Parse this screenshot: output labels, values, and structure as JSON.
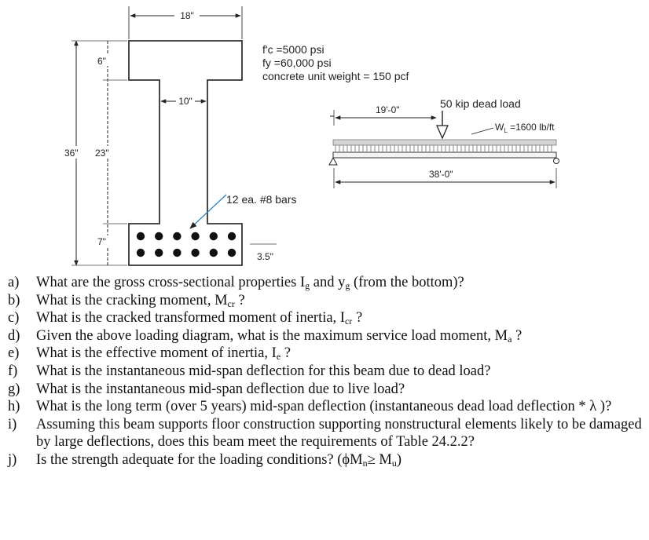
{
  "section": {
    "dim_top": "18\"",
    "dim_web": "10\"",
    "dim_flange": "6\"",
    "dim_mid": "23\"",
    "dim_bottom": "7\"",
    "dim_total": "36\"",
    "dim_cover": "3.5\"",
    "rebar_label": "12 ea. #8 bars",
    "bar_count": 12
  },
  "materials": {
    "fc": "f'c =5000 psi",
    "fy": "fy =60,000 psi",
    "unit_weight": "concrete unit weight = 150 pcf"
  },
  "beam": {
    "half_span": "19'-0\"",
    "point_load": "50 kip dead load",
    "distributed_load": "W",
    "distributed_load_sub": "L",
    "distributed_load_value": " =1600 lb/ft",
    "span": "38'-0\""
  },
  "questions": [
    {
      "label": "a)",
      "pre": "What are the gross cross-sectional properties I",
      "s1": "g",
      "mid": " and y",
      "s2": "g",
      "post": " (from the bottom)?"
    },
    {
      "label": "b)",
      "pre": "What is the cracking moment,  M",
      "s1": "cr",
      "mid": "",
      "s2": "",
      "post": " ?"
    },
    {
      "label": "c)",
      "pre": "What is the cracked transformed moment of inertia, I",
      "s1": "cr",
      "mid": "",
      "s2": "",
      "post": " ?"
    },
    {
      "label": "d)",
      "pre": "Given the above loading diagram, what is the maximum service load moment, M",
      "s1": "a",
      "mid": "",
      "s2": "",
      "post": " ?"
    },
    {
      "label": "e)",
      "pre": "What is the effective moment of inertia, I",
      "s1": "e",
      "mid": "",
      "s2": "",
      "post": " ?"
    },
    {
      "label": "f)",
      "pre": "What is the instantaneous mid-span deflection for this beam due to dead load?",
      "s1": "",
      "mid": "",
      "s2": "",
      "post": ""
    },
    {
      "label": "g)",
      "pre": "What is the instantaneous mid-span deflection due to live load?",
      "s1": "",
      "mid": "",
      "s2": "",
      "post": ""
    },
    {
      "label": "h)",
      "pre": "What is the long term (over 5 years) mid-span deflection (instantaneous dead load deflection * λ )?",
      "s1": "",
      "mid": "",
      "s2": "",
      "post": ""
    },
    {
      "label": "i)",
      "pre": "Assuming this beam supports floor construction supporting nonstructural elements likely to be damaged by large deflections, does this beam meet the requirements of Table 24.2.2?",
      "s1": "",
      "mid": "",
      "s2": "",
      "post": ""
    },
    {
      "label": "j)",
      "pre": "Is the strength adequate for the loading conditions? (ϕM",
      "s1": "n",
      "mid": "≥ M",
      "s2": "u",
      "post": ")"
    }
  ]
}
